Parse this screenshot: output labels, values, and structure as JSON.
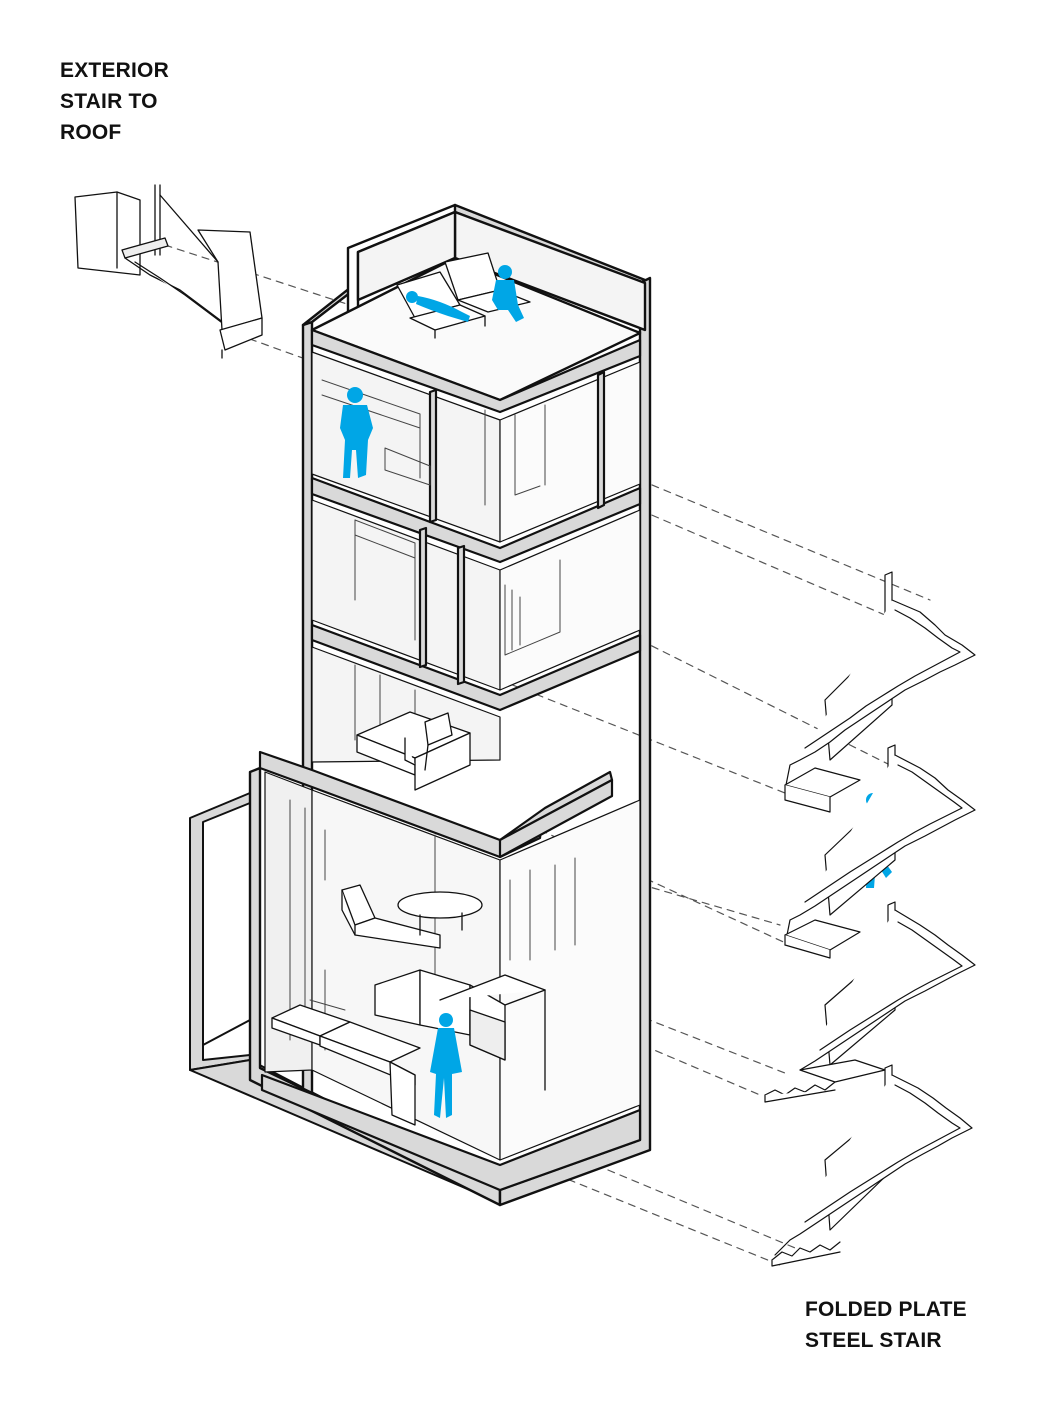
{
  "labels": {
    "exterior_stair": [
      "EXTERIOR",
      "STAIR TO",
      "ROOF"
    ],
    "folded_stair": [
      "FOLDED PLATE",
      "STEEL STAIR"
    ]
  },
  "colors": {
    "ink": "#111111",
    "section_fill": "#d9d9d9",
    "room_fill": "#f4f4f4",
    "figure": "#00a6e6",
    "leader": "#555555"
  }
}
